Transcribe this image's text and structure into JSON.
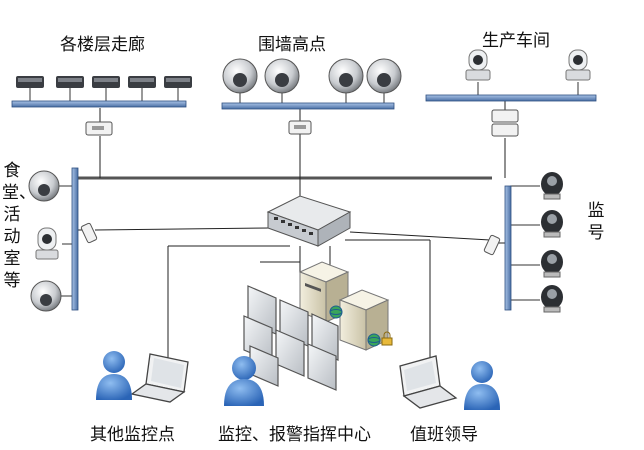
{
  "labels": {
    "corridors": "各楼层走廊",
    "wall_points": "围墙高点",
    "workshop": "生产车间",
    "canteen": "食堂、活动室等",
    "prison": "监号",
    "other_monitor": "其他监控点",
    "command_center": "监控、报警指挥中心",
    "duty_leader": "值班领导"
  },
  "colors": {
    "bus": "#5b7fb0",
    "bus_edge": "#2e4f80",
    "line": "#222222",
    "person": "#3f7fd0",
    "monitor": "#9aa0a6"
  }
}
